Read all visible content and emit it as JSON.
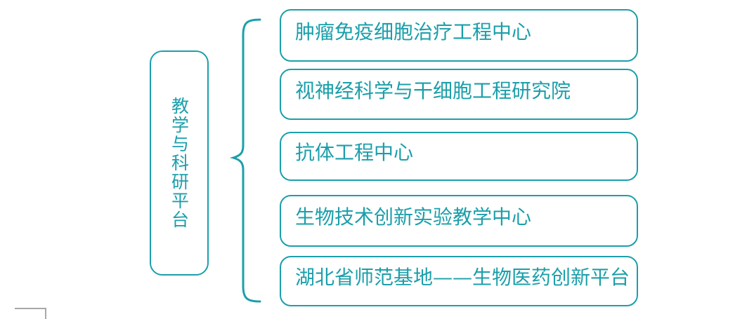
{
  "diagram": {
    "root": {
      "label": "教学与科研平台"
    },
    "children": [
      {
        "label": "肿瘤免疫细胞治疗工程中心"
      },
      {
        "label": "视神经科学与干细胞工程研究院"
      },
      {
        "label": "抗体工程中心"
      },
      {
        "label": "生物技术创新实验教学中心"
      },
      {
        "label": "湖北省师范基地——生物医药创新平台"
      }
    ]
  },
  "colors": {
    "accent": "#1B9FAA",
    "partial_rect_gray": "#A8A8A8",
    "background": "#FFFFFF"
  }
}
